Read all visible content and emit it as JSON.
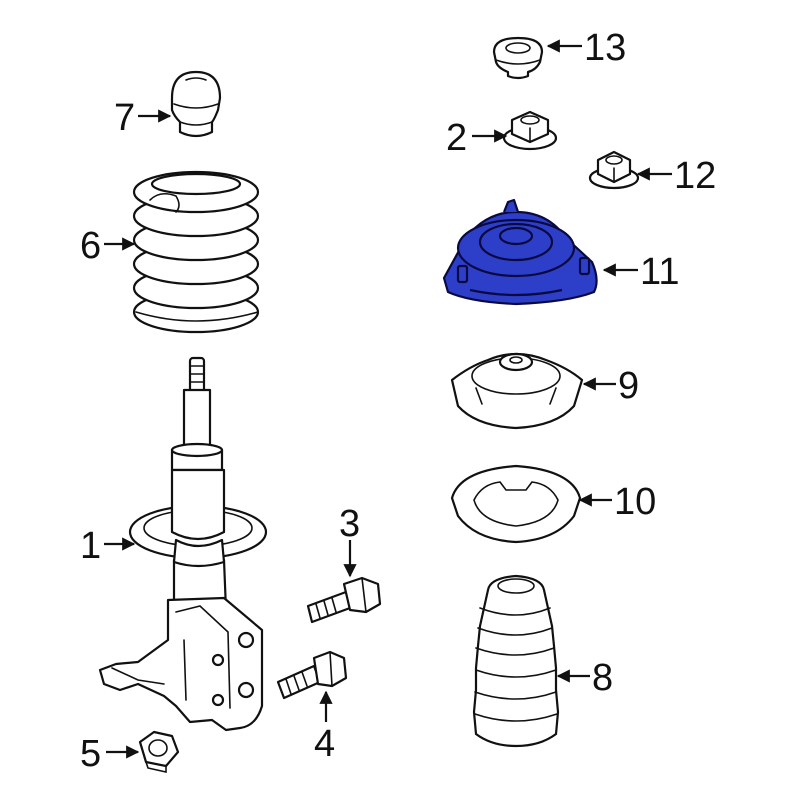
{
  "diagram": {
    "highlight_color": "#2d3fc8",
    "line_color": "#111111",
    "callouts": {
      "c1": "1",
      "c2": "2",
      "c3": "3",
      "c4": "4",
      "c5": "5",
      "c6": "6",
      "c7": "7",
      "c8": "8",
      "c9": "9",
      "c10": "10",
      "c11": "11",
      "c12": "12",
      "c13": "13"
    }
  }
}
